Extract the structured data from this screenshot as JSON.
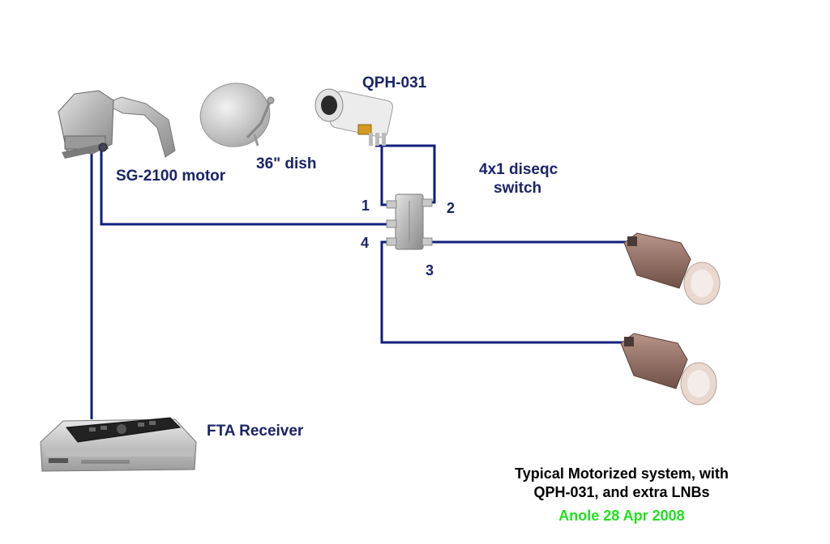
{
  "labels": {
    "motor": "SG-2100 motor",
    "dish": "36\" dish",
    "lnb_model": "QPH-031",
    "switch_line1": "4x1 diseqc",
    "switch_line2": "switch",
    "receiver": "FTA Receiver"
  },
  "ports": {
    "p1": "1",
    "p2": "2",
    "p3": "3",
    "p4": "4"
  },
  "caption": {
    "line1": "Typical Motorized system, with",
    "line2": "QPH-031, and extra LNBs",
    "credit": "Anole 28 Apr 2008"
  },
  "colors": {
    "cable": "#101f7c",
    "label": "#1a2468",
    "credit": "#1ee21e",
    "lnb_body": "#9b7a6e",
    "lnb_feed": "#e8d8d0"
  },
  "icons": [
    "motor-icon",
    "dish-icon",
    "qph-031-lnb-icon",
    "diseqc-switch-icon",
    "lnb-icon",
    "receiver-icon",
    "remote-control-icon"
  ]
}
